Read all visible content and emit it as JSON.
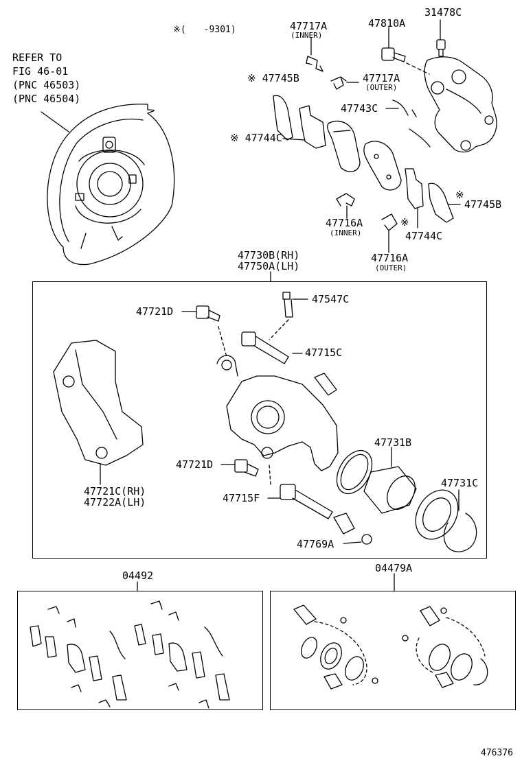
{
  "header": {
    "note": "※(　　-9301)"
  },
  "refer": {
    "line1": "REFER TO",
    "line2": "FIG 46-01",
    "line3": "(PNC 46503)",
    "line4": "(PNC 46504)"
  },
  "labels": {
    "p47717a_top": "47717A",
    "inner_top": "(INNER)",
    "p47810a": "47810A",
    "p31478c": "31478C",
    "star_47745b_left": "※ 47745B",
    "p47717a_outer": "47717A",
    "outer_top": "(OUTER)",
    "p47743c": "47743C",
    "star_47744c_left": "※ 47744C",
    "star_47745b_right": "※",
    "p47745b_right": "47745B",
    "p47716a_inner": "47716A",
    "inner_bottom": "(INNER)",
    "star_47744c_right": "※",
    "p47744c_right": "47744C",
    "p47716a_outer": "47716A",
    "outer_bottom": "(OUTER)",
    "assy_rh": "47730B(RH)",
    "assy_lh": "47750A(LH)",
    "p47721d_top": "47721D",
    "p47547c": "47547C",
    "p47715c": "47715C",
    "p47731b": "47731B",
    "p47721d_bottom": "47721D",
    "p47731c": "47731C",
    "p47715f": "47715F",
    "p47769a": "47769A",
    "mount_rh": "47721C(RH)",
    "mount_lh": "47722A(LH)",
    "kit_04492": "04492",
    "kit_04479a": "04479A",
    "figure_no": "476376"
  }
}
